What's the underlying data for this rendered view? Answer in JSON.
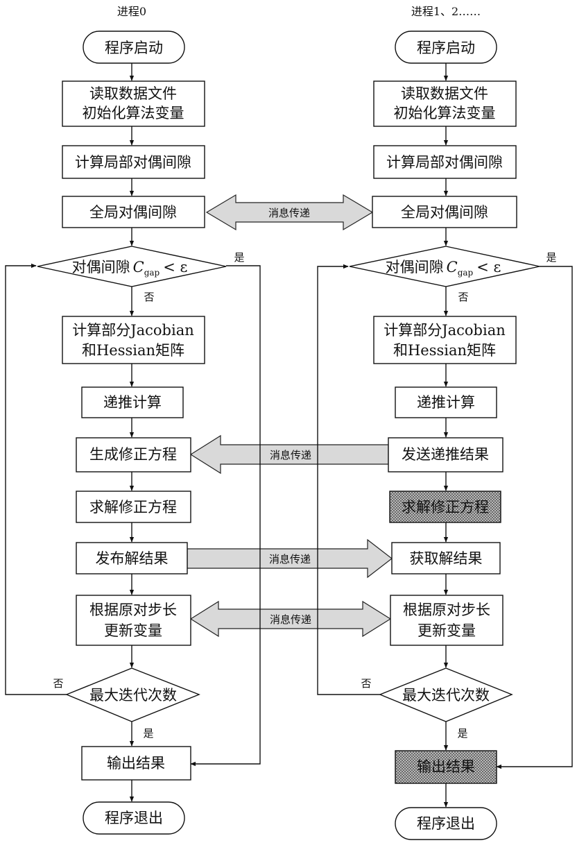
{
  "columns": {
    "left_title": "进程0",
    "right_title": "进程1、2……"
  },
  "left": {
    "start": "程序启动",
    "read_line1": "读取数据文件",
    "read_line2": "初始化算法变量",
    "local_gap": "计算局部对偶间隙",
    "global_gap": "全局对偶间隙",
    "decision_prefix": "对偶间隙",
    "decision_symbol": "C",
    "decision_subscript": "gap",
    "decision_suffix": "< ε",
    "yes": "是",
    "no": "否",
    "jacobian_line1": "计算部分Jacobian",
    "jacobian_line2": "和Hessian矩阵",
    "recursion": "递推计算",
    "gen_correction": "生成修正方程",
    "solve_correction": "求解修正方程",
    "publish": "发布解结果",
    "update_line1": "根据原对步长",
    "update_line2": "更新变量",
    "max_iter": "最大迭代次数",
    "max_no": "否",
    "max_yes": "是",
    "output": "输出结果",
    "exit": "程序退出"
  },
  "right": {
    "start": "程序启动",
    "read_line1": "读取数据文件",
    "read_line2": "初始化算法变量",
    "local_gap": "计算局部对偶间隙",
    "global_gap": "全局对偶间隙",
    "decision_prefix": "对偶间隙",
    "decision_symbol": "C",
    "decision_subscript": "gap",
    "decision_suffix": "< ε",
    "yes": "是",
    "no": "否",
    "jacobian_line1": "计算部分Jacobian",
    "jacobian_line2": "和Hessian矩阵",
    "recursion": "递推计算",
    "send_recursion": "发送递推结果",
    "solve_correction": "求解修正方程",
    "get_result": "获取解结果",
    "update_line1": "根据原对步长",
    "update_line2": "更新变量",
    "max_iter": "最大迭代次数",
    "max_no": "否",
    "max_yes": "是",
    "output": "输出结果",
    "exit": "程序退出"
  },
  "messages": {
    "msg1": "消息传递",
    "msg2": "消息传递",
    "msg3": "消息传递",
    "msg4": "消息传递"
  }
}
